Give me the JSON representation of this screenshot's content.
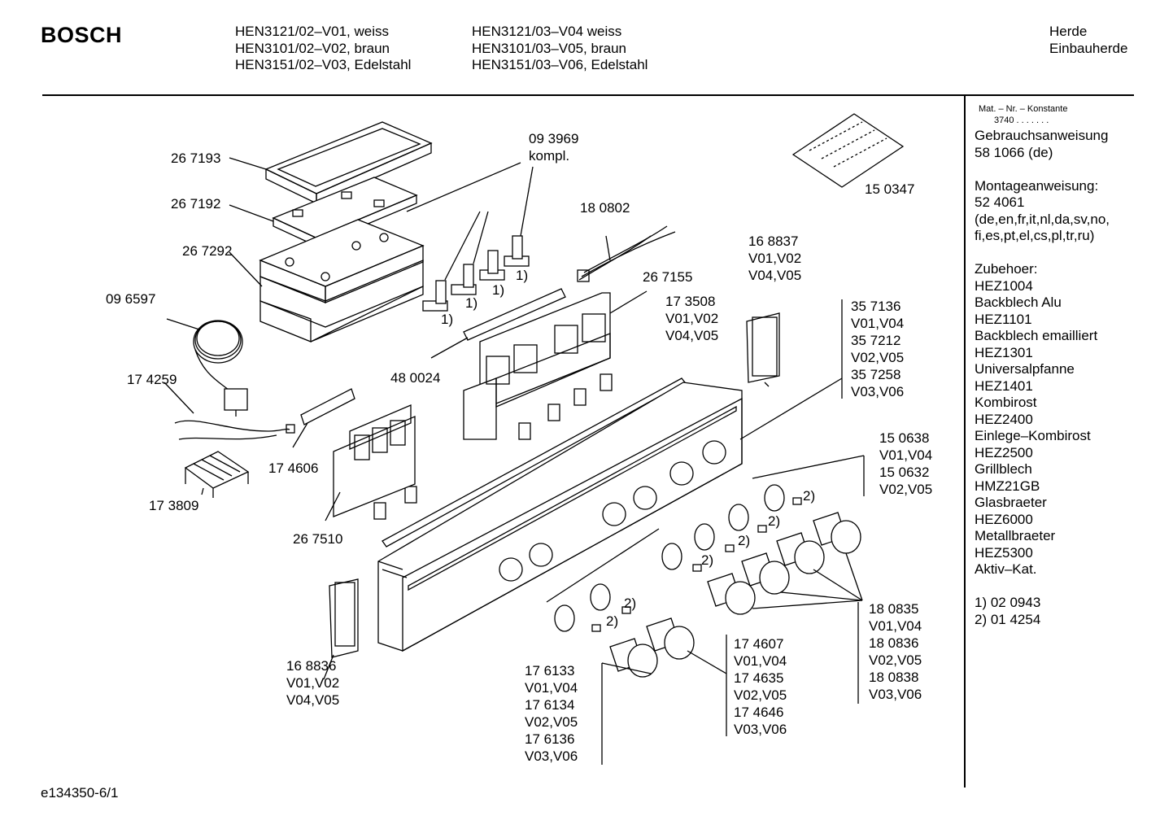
{
  "header": {
    "brand": "BOSCH",
    "models_col1": [
      "HEN3121/02–V01, weiss",
      "HEN3101/02–V02, braun",
      "HEN3151/02–V03, Edelstahl"
    ],
    "models_col2": [
      "HEN3121/03–V04 weiss",
      "HEN3101/03–V05, braun",
      "HEN3151/03–V06, Edelstahl"
    ],
    "category": [
      "Herde",
      "Einbauherde"
    ]
  },
  "sidebar": {
    "constant_label": "Mat. – Nr. – Konstante",
    "constant_value": "3740 . . . . . . .",
    "entries": [
      "Gebrauchsanweisung",
      "58 1066 (de)",
      "",
      "Montageanweisung:",
      "52 4061",
      "(de,en,fr,it,nl,da,sv,no,",
      "fi,es,pt,el,cs,pl,tr,ru)",
      "",
      "Zubehoer:",
      "HEZ1004",
      "Backblech Alu",
      "HEZ1101",
      "Backblech emailliert",
      "HEZ1301",
      "Universalpfanne",
      "HEZ1401",
      "Kombirost",
      "HEZ2400",
      "Einlege–Kombirost",
      "HEZ2500",
      "Grillblech",
      "HMZ21GB",
      "Glasbraeter",
      "HEZ6000",
      "Metallbraeter",
      "HEZ5300",
      "Aktiv–Kat.",
      "",
      "1) 02 0943",
      "2) 01 4254"
    ]
  },
  "parts": {
    "p267193": "26 7193",
    "p267192": "26 7192",
    "p267292": "26 7292",
    "p096597": "09 6597",
    "p174259": "17 4259",
    "p173809": "17 3809",
    "p174606": "17 4606",
    "p267510": "26 7510",
    "p093969": [
      "09 3969",
      "kompl."
    ],
    "p180802": "18 0802",
    "p267155": "26 7155",
    "p480024": "48 0024",
    "p173508": [
      "17 3508",
      "V01,V02",
      "V04,V05"
    ],
    "p168837": [
      "16 8837",
      "V01,V02",
      "V04,V05"
    ],
    "p150347": "15 0347",
    "p357136": [
      "35 7136",
      "V01,V04",
      "35 7212",
      "V02,V05",
      "35 7258",
      "V03,V06"
    ],
    "p150638": [
      "15 0638",
      "V01,V04",
      "15 0632",
      "V02,V05"
    ],
    "p168836": [
      "16 8836",
      "V01,V02",
      "V04,V05"
    ],
    "p176133": [
      "17 6133",
      "V01,V04",
      "17 6134",
      "V02,V05",
      "17 6136",
      "V03,V06"
    ],
    "p174607": [
      "17 4607",
      "V01,V04",
      "17 4635",
      "V02,V05",
      "17 4646",
      "V03,V06"
    ],
    "p180835": [
      "18 0835",
      "V01,V04",
      "18 0836",
      "V02,V05",
      "18 0838",
      "V03,V06"
    ],
    "note1": "1)",
    "note2": "2)"
  },
  "footer": {
    "code": "e134350-6/1"
  }
}
